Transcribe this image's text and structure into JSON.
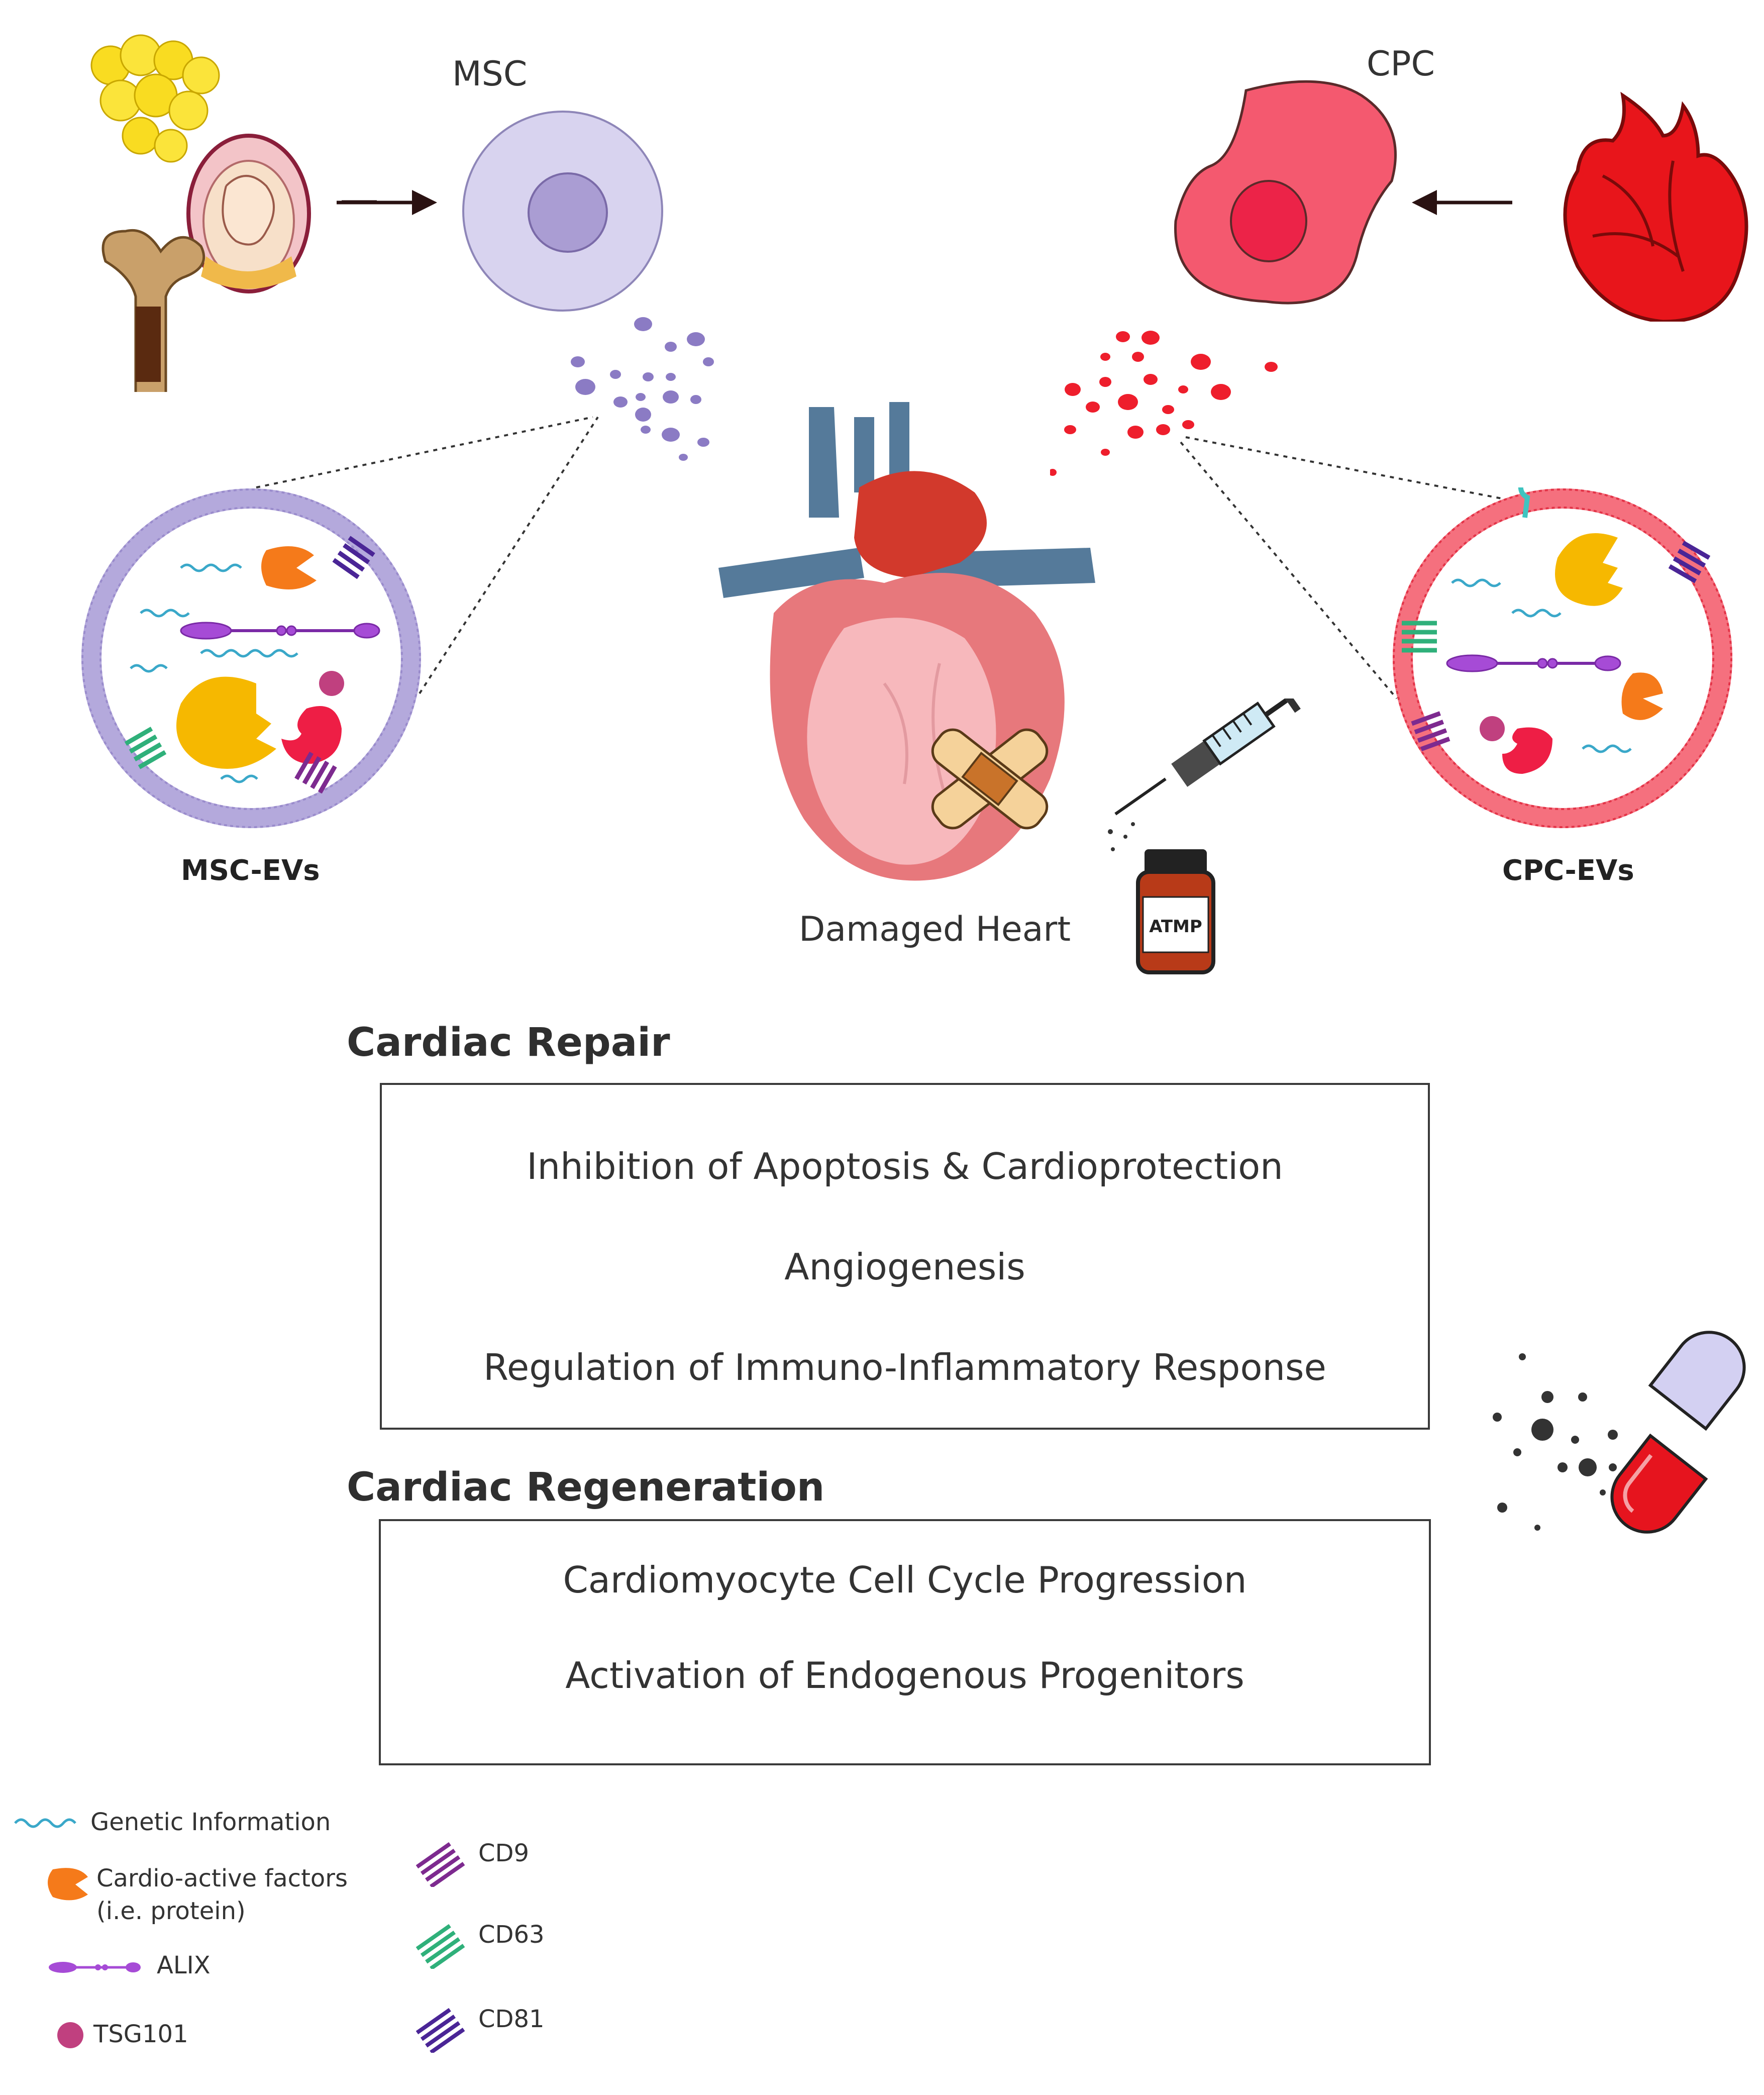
{
  "cells": {
    "msc_label": "MSC",
    "cpc_label": "CPC"
  },
  "evs": {
    "msc_label": "MSC-EVs",
    "cpc_label": "CPC-EVs"
  },
  "center": {
    "heart_label": "Damaged Heart",
    "bottle_label": "ATMP"
  },
  "repair": {
    "title": "Cardiac Repair",
    "items": [
      "Inhibition of Apoptosis & Cardioprotection",
      "Angiogenesis",
      "Regulation of Immuno-Inflammatory Response"
    ]
  },
  "regeneration": {
    "title": "Cardiac Regeneration",
    "items": [
      "Cardiomyocyte Cell Cycle Progression",
      "Activation of Endogenous Progenitors"
    ]
  },
  "legend": {
    "left": [
      {
        "icon": "genetic-information-icon",
        "label": "Genetic Information"
      },
      {
        "icon": "cardio-active-factor-icon",
        "label": "Cardio-active factors",
        "label2": "(i.e. protein)"
      },
      {
        "icon": "alix-icon",
        "label": "ALIX"
      },
      {
        "icon": "tsg101-icon",
        "label": "TSG101"
      }
    ],
    "right": [
      {
        "icon": "cd9-icon",
        "label": "CD9"
      },
      {
        "icon": "cd63-icon",
        "label": "CD63"
      },
      {
        "icon": "cd81-icon",
        "label": "CD81"
      }
    ]
  },
  "colors": {
    "msc": "#cfcaeb",
    "msc_nucleus": "#a99bd2",
    "cpc": "#f4586f",
    "cpc_nucleus": "#ec2a4c",
    "genetic": "#3aa8c9",
    "protein": "#f57a1a",
    "alix": "#a64bd6",
    "tsg101": "#c0407f",
    "cd9": "#7d2a8f",
    "cd63": "#2fb07a",
    "cd81": "#4a2596"
  }
}
